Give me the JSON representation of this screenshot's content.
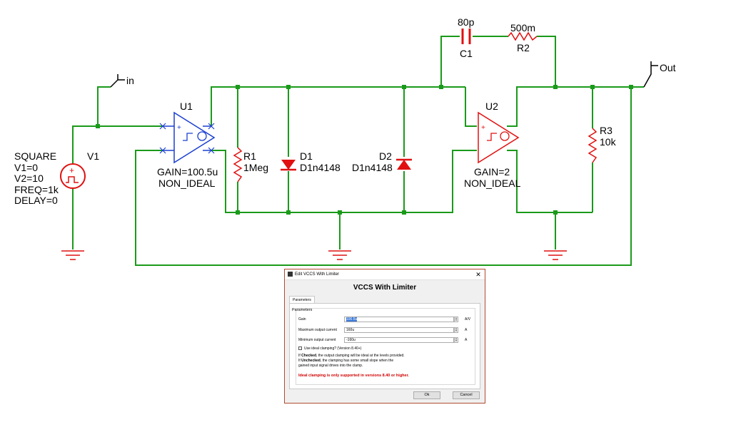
{
  "schematic": {
    "net_labels": {
      "in": "in",
      "out": "Out"
    },
    "source": {
      "name": "V1",
      "params": [
        "SQUARE",
        "V1=0",
        "V2=10",
        "FREQ=1k",
        "DELAY=0"
      ]
    },
    "u1": {
      "name": "U1",
      "gain": "GAIN=100.5u",
      "mode": "NON_IDEAL"
    },
    "u2": {
      "name": "U2",
      "gain": "GAIN=2",
      "mode": "NON_IDEAL"
    },
    "r1": {
      "name": "R1",
      "value": "1Meg"
    },
    "r2": {
      "name": "R2",
      "value": "500m"
    },
    "r3": {
      "name": "R3",
      "value": "10k"
    },
    "c1": {
      "name": "C1",
      "value": "80p"
    },
    "d1": {
      "name": "D1",
      "value": "D1n4148"
    },
    "d2": {
      "name": "D2",
      "value": "D1n4148"
    },
    "colors": {
      "wire": "#1a9a1a",
      "component": "#e01010",
      "port": "#1a3fd0"
    }
  },
  "dialog": {
    "title": "Edit VCCS With Limiter",
    "heading": "VCCS With Limiter",
    "tab": "Parameters",
    "group_title": "Parameters",
    "fields": [
      {
        "label": "Gain",
        "value": "100.5u",
        "unit": "A/V"
      },
      {
        "label": "Maximum output current",
        "value": "160u",
        "unit": "A"
      },
      {
        "label": "Minimum output current",
        "value": "-160u",
        "unit": "A"
      }
    ],
    "checkbox_label": "Use ideal clamping? (Version 8.40+)",
    "note_checked_word": "Checked",
    "note_checked_prefix": "If ",
    "note_checked_rest": ", the output clamping will be ideal at the levels provided.",
    "note_unchecked_prefix": "If ",
    "note_unchecked_word": "Unchecked",
    "note_unchecked_rest": ", the clamping has some small slope when the",
    "note_unchecked_line2": "gained input signal drives into the clamp.",
    "warning": "Ideal clamping is only supported in versions 8.40 or higher.",
    "ok_label": "Ok",
    "cancel_label": "Cancel",
    "close_icon": "close-icon"
  }
}
